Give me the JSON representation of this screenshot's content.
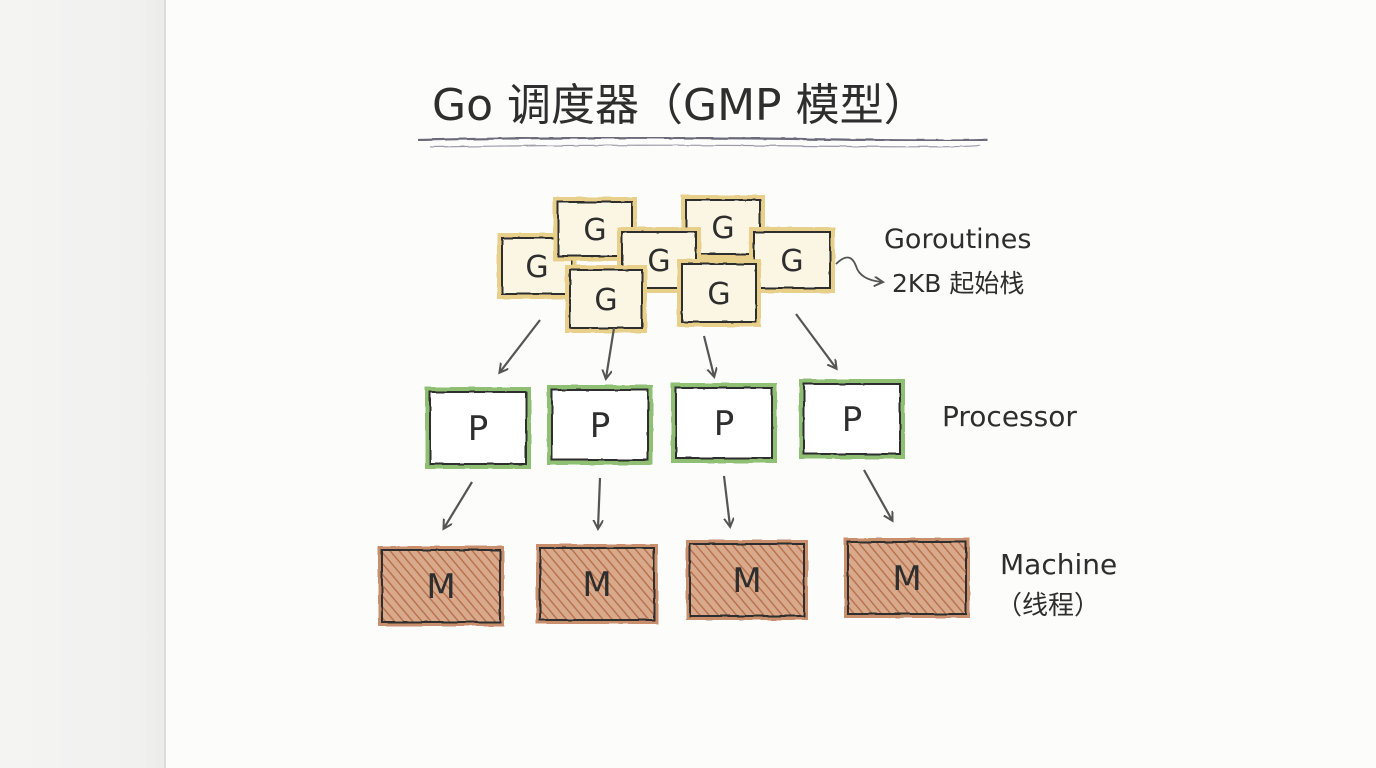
{
  "title": "Go 调度器（GMP 模型）",
  "goroutine_box_label": "G",
  "processor_box_label": "P",
  "machine_box_label": "M",
  "goroutine_count": 7,
  "processor_count": 4,
  "machine_count": 4,
  "annotations": {
    "goroutines": "Goroutines",
    "goroutine_stack": "2KB 起始栈",
    "processor": "Processor",
    "machine": "Machine",
    "machine_sub": "（线程）"
  },
  "colors": {
    "goroutine_fill": "#fbf6e3",
    "goroutine_border": "#e8cf8a",
    "processor_fill": "#ffffff",
    "processor_border": "#8fbf73",
    "machine_fill": "#c98e6c",
    "ink": "#2e2e2e",
    "arrow": "#555555"
  }
}
